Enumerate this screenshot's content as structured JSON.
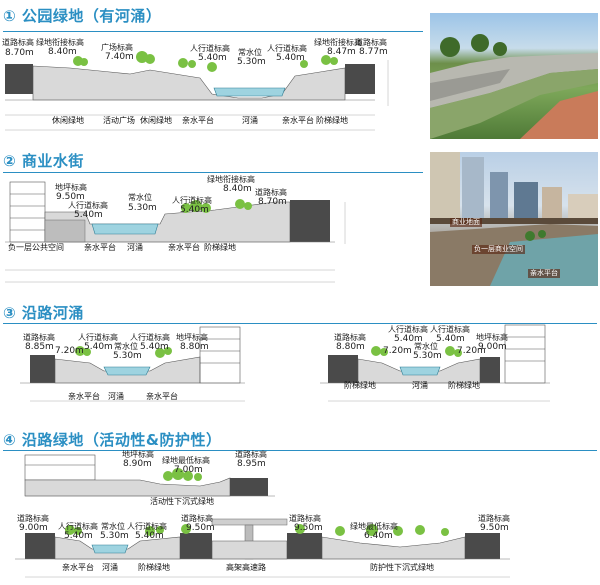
{
  "sections": [
    {
      "title": "① 公园绿地（有河涌）",
      "labels": [
        {
          "name": "道路标高",
          "value": "8.70m"
        },
        {
          "name": "绿地衔接标高",
          "value": "8.40m"
        },
        {
          "name": "广场标高",
          "value": "7.40m"
        },
        {
          "name": "人行道标高",
          "value": "5.40m"
        },
        {
          "name": "常水位",
          "value": "5.30m"
        },
        {
          "name": "人行道标高",
          "value": "5.40m"
        },
        {
          "name": "绿地衔接标高",
          "value": "8.47m"
        },
        {
          "name": "道路标高",
          "value": "8.77m"
        }
      ],
      "zones": [
        "休闲绿地",
        "活动广场",
        "休闲绿地",
        "亲水平台",
        "河涌",
        "亲水平台",
        "阶梯绿地"
      ]
    },
    {
      "title": "② 商业水街",
      "labels": [
        {
          "name": "地坪标高",
          "value": "9.50m"
        },
        {
          "name": "人行道标高",
          "value": "5.40m"
        },
        {
          "name": "常水位",
          "value": "5.30m"
        },
        {
          "name": "人行道标高",
          "value": "5.40m"
        },
        {
          "name": "绿地衔接标高",
          "value": "8.40m"
        },
        {
          "name": "道路标高",
          "value": "8.70m"
        }
      ],
      "zones": [
        "负一层公共空间",
        "亲水平台",
        "河涌",
        "亲水平台",
        "阶梯绿地"
      ],
      "photo_tags": [
        "商业地面",
        "负一层商业空间",
        "亲水平台"
      ]
    },
    {
      "title": "③ 沿路河涌",
      "left": {
        "labels": [
          {
            "name": "道路标高",
            "value": "8.85m"
          },
          {
            "name": "",
            "value": "7.20m"
          },
          {
            "name": "人行道标高",
            "value": "5.40m"
          },
          {
            "name": "常水位",
            "value": "5.30m"
          },
          {
            "name": "人行道标高",
            "value": "5.40m"
          },
          {
            "name": "地坪标高",
            "value": "8.80m"
          }
        ],
        "zones": [
          "亲水平台",
          "河涌",
          "亲水平台"
        ]
      },
      "right": {
        "labels": [
          {
            "name": "道路标高",
            "value": "8.80m"
          },
          {
            "name": "",
            "value": "7.20m"
          },
          {
            "name": "人行道标高",
            "value": "5.40m"
          },
          {
            "name": "常水位",
            "value": "5.30m"
          },
          {
            "name": "人行道标高",
            "value": "5.40m"
          },
          {
            "name": "",
            "value": "7.20m"
          },
          {
            "name": "地坪标高",
            "value": "9.00m"
          }
        ],
        "zones": [
          "阶梯绿地",
          "河涌",
          "阶梯绿地"
        ]
      }
    },
    {
      "title": "④ 沿路绿地（活动性&防护性）",
      "top": {
        "labels": [
          {
            "name": "地坪标高",
            "value": "8.90m"
          },
          {
            "name": "绿地最低标高",
            "value": "7.00m"
          },
          {
            "name": "道路标高",
            "value": "8.95m"
          }
        ],
        "zones": [
          "活动性下沉式绿地"
        ]
      },
      "bottom": {
        "labels": [
          {
            "name": "道路标高",
            "value": "9.00m"
          },
          {
            "name": "人行道标高",
            "value": "5.40m"
          },
          {
            "name": "常水位",
            "value": "5.30m"
          },
          {
            "name": "人行道标高",
            "value": "5.40m"
          },
          {
            "name": "道路标高",
            "value": "9.50m"
          },
          {
            "name": "道路标高",
            "value": "9.50m"
          },
          {
            "name": "绿地最低标高",
            "value": "6.40m"
          },
          {
            "name": "道路标高",
            "value": "9.50m"
          }
        ],
        "zones": [
          "亲水平台",
          "河涌",
          "阶梯绿地",
          "高架高速路",
          "防护性下沉式绿地"
        ]
      }
    }
  ]
}
